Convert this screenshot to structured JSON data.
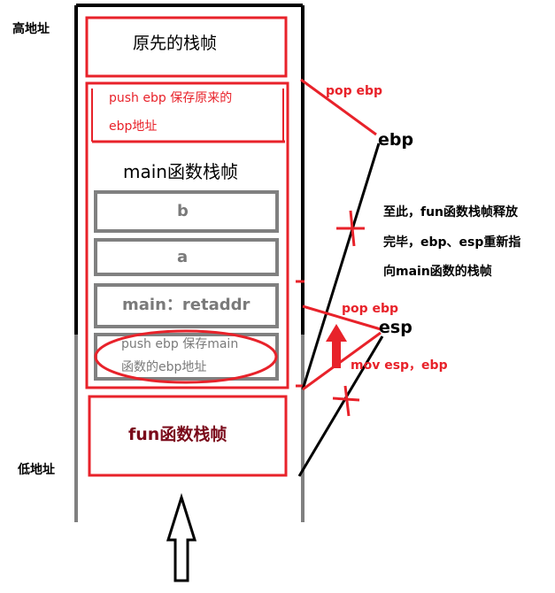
{
  "labels": {
    "high_address": "高地址",
    "low_address": "低地址"
  },
  "frames": {
    "original": "原先的栈帧",
    "push_ebp_line1": "push ebp 保存原来的",
    "push_ebp_line2": "ebp地址",
    "main_frame": "main函数栈帧",
    "b": "b",
    "a": "a",
    "main_retaddr": "main：retaddr",
    "push_ebp_main_line1": "push ebp 保存main",
    "push_ebp_main_line2": "函数的ebp地址",
    "fun_frame": "fun函数栈帧"
  },
  "annotations": {
    "pop_ebp_top": "pop ebp",
    "ebp": "ebp",
    "note_line1": "至此，fun函数栈帧释放",
    "note_line2": "完毕，ebp、esp重新指",
    "note_line3": "向main函数的栈帧",
    "pop_ebp_bottom": "pop ebp",
    "esp": "esp",
    "mov_esp_ebp": "mov esp，ebp"
  },
  "colors": {
    "red": "#e8222a",
    "grey": "#808080",
    "black": "#000000",
    "dark_red": "#7a0a1a"
  }
}
